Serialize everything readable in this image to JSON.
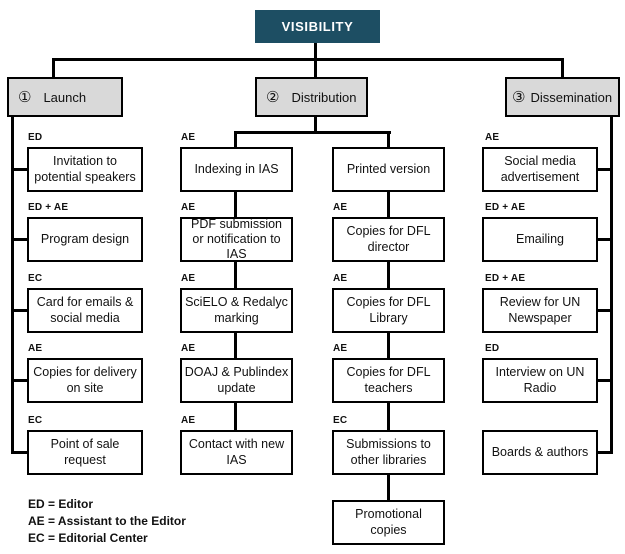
{
  "root": {
    "label": "VISIBILITY"
  },
  "branches": {
    "launch": {
      "number": "①",
      "label": "Launch",
      "children": [
        {
          "role": "ED",
          "label": "Invitation to potential speakers"
        },
        {
          "role": "ED + AE",
          "label": "Program design"
        },
        {
          "role": "EC",
          "label": "Card for emails & social media"
        },
        {
          "role": "AE",
          "label": "Copies for delivery on site"
        },
        {
          "role": "EC",
          "label": "Point of sale request"
        }
      ]
    },
    "distribution": {
      "number": "②",
      "label": "Distribution",
      "chain_a": [
        {
          "role": "AE",
          "label": "Indexing in IAS"
        },
        {
          "role": "AE",
          "label": "PDF submission or notification to IAS"
        },
        {
          "role": "AE",
          "label": "SciELO & Redalyc marking"
        },
        {
          "role": "AE",
          "label": "DOAJ & Publindex update"
        },
        {
          "role": "AE",
          "label": "Contact with new IAS"
        }
      ],
      "chain_b": [
        {
          "role": "",
          "label": "Printed version"
        },
        {
          "role": "AE",
          "label": "Copies for DFL director"
        },
        {
          "role": "AE",
          "label": "Copies for DFL Library"
        },
        {
          "role": "AE",
          "label": "Copies for DFL teachers"
        },
        {
          "role": "EC",
          "label": "Submissions to other libraries"
        },
        {
          "role": "",
          "label": "Promotional copies"
        }
      ]
    },
    "dissemination": {
      "number": "③",
      "label": "Dissemination",
      "children": [
        {
          "role": "AE",
          "label": "Social media advertisement"
        },
        {
          "role": "ED + AE",
          "label": "Emailing"
        },
        {
          "role": "ED + AE",
          "label": "Review for UN Newspaper"
        },
        {
          "role": "ED",
          "label": "Interview on UN Radio"
        },
        {
          "role": "",
          "label": "Boards & authors"
        }
      ]
    }
  },
  "legend": {
    "lines": [
      "ED = Editor",
      "AE = Assistant to the Editor",
      "EC = Editorial Center"
    ]
  },
  "colors": {
    "root_bg": "#1d4e63",
    "header_bg": "#d9d9d9",
    "line": "#000000",
    "node_border": "#000000"
  }
}
